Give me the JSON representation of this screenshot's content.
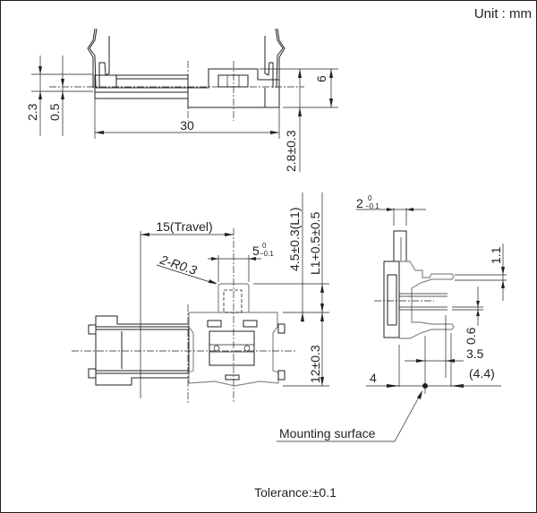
{
  "unit_label": "Unit : mm",
  "top_view": {
    "dim_2_3": "2.3",
    "dim_0_5": "0.5",
    "dim_30": "30",
    "dim_2_8": "2.8±0.3",
    "dim_6": "6"
  },
  "front_view": {
    "travel": "15(Travel)",
    "radius": "2-R0.3",
    "knob_width": "5",
    "knob_width_tol_upper": "0",
    "knob_width_tol_lower": "−0.1",
    "knob_height": "4.5±0.3(L1)",
    "knob_total": "L1+0.5±0.5",
    "body_height": "12±0.3"
  },
  "side_view": {
    "knob_thickness": "2",
    "knob_thickness_tol_upper": "0",
    "knob_thickness_tol_lower": "−0.1",
    "dim_1_1": "1.1",
    "dim_0_6": "0.6",
    "dim_3_5": "3.5",
    "dim_4_4": "(4.4)",
    "dim_4": "4",
    "mounting_surface": "Mounting surface"
  },
  "tolerance": "Tolerance:±0.1"
}
